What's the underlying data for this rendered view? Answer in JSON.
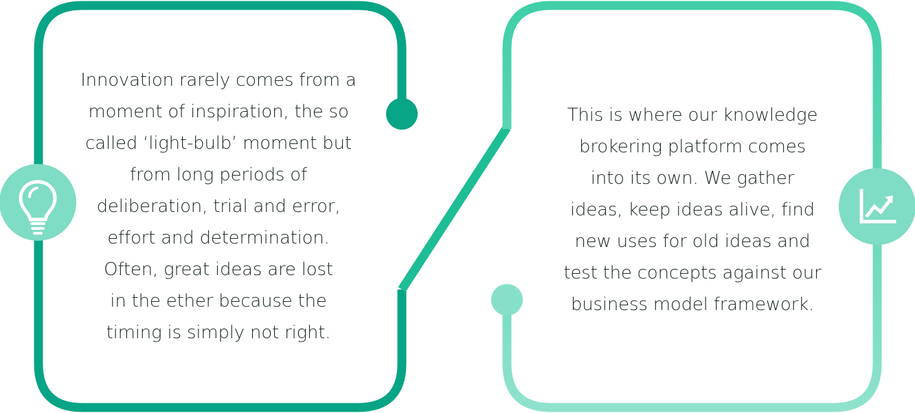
{
  "left_panel": {
    "icon": "lightbulb-icon",
    "lines": [
      "Innovation rarely comes from a",
      "moment of inspiration, the so",
      "called ‘light-bulb’ moment but",
      "from long periods of",
      "deliberation, trial and error,",
      "effort and determination.",
      "Often, great ideas are lost",
      "in the ether because the",
      "timing is simply not right."
    ]
  },
  "right_panel": {
    "icon": "growth-chart-icon",
    "lines": [
      "This is where our knowledge",
      "brokering platform comes",
      "into its own. We gather",
      "ideas, keep ideas alive, find",
      "new uses for old ideas and",
      "test the concepts against our",
      "business model framework."
    ]
  },
  "colors": {
    "dark_teal": "#07a485",
    "mid_teal": "#40cfa8",
    "light_teal": "#86e0c9",
    "text": "#1f2a2a"
  }
}
